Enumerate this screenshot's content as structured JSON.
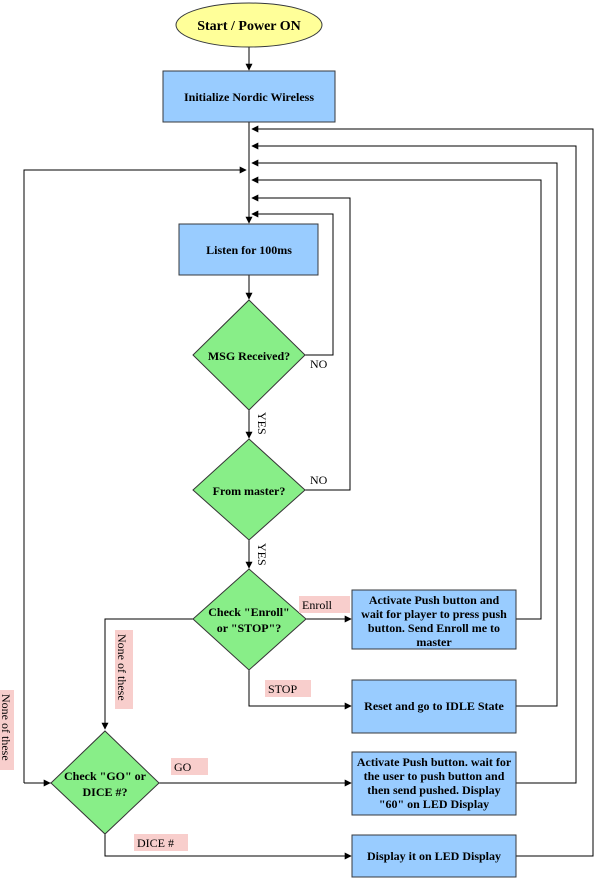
{
  "nodes": {
    "start": "Start / Power ON",
    "init": "Initialize Nordic Wireless",
    "listen": "Listen for 100ms",
    "msg_received": "MSG Received?",
    "from_master": "From master?",
    "check_enroll_l1": "Check \"Enroll\"",
    "check_enroll_l2": "or \"STOP\"?",
    "check_go_l1": "Check \"GO\" or",
    "check_go_l2": "DICE #?",
    "enroll_box_l1": "Activate Push button and",
    "enroll_box_l2": "wait for player to press push",
    "enroll_box_l3": "button. Send Enroll me to",
    "enroll_box_l4": "master",
    "reset_box": "Reset and go to IDLE State",
    "go_box_l1": "Activate Push button. wait for",
    "go_box_l2": "the user to push button and",
    "go_box_l3": "then send pushed. Display",
    "go_box_l4": "\"60\" on LED Display",
    "display_box": "Display it on LED Display"
  },
  "edge_labels": {
    "no1": "NO",
    "yes1": "YES",
    "no2": "NO",
    "yes2": "YES",
    "enroll": "Enroll",
    "stop": "STOP",
    "none1": "None of these",
    "none2": "None of these",
    "go": "GO",
    "dice": "DICE #"
  },
  "colors": {
    "process_fill": "#99ccff",
    "decision_fill": "#88ee88",
    "start_fill": "#ffff99",
    "label_bg": "#f8cecc"
  }
}
